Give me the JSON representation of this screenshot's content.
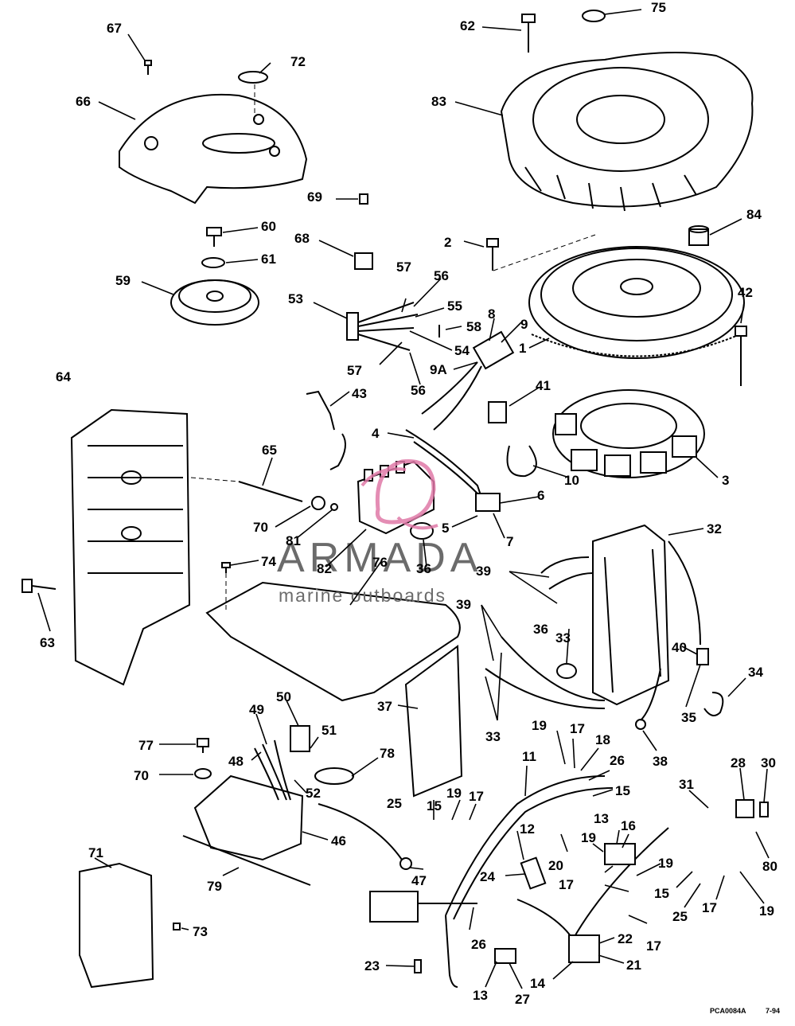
{
  "watermark": {
    "brand": "ARMADA",
    "tagline": "marine outboards",
    "logo_color": "#e07aa8"
  },
  "footer": {
    "drawing_code": "PCA0084A",
    "date_code": "7-94"
  },
  "callouts": {
    "c1": "1",
    "c2": "2",
    "c3": "3",
    "c4": "4",
    "c5": "5",
    "c6": "6",
    "c7": "7",
    "c8": "8",
    "c9": "9",
    "c9a": "9A",
    "c10": "10",
    "c11": "11",
    "c12": "12",
    "c13a": "13",
    "c13b": "13",
    "c14": "14",
    "c15a": "15",
    "c15b": "15",
    "c15c": "15",
    "c16": "16",
    "c17a": "17",
    "c17b": "17",
    "c17c": "17",
    "c17d": "17",
    "c17e": "17",
    "c18": "18",
    "c19a": "19",
    "c19b": "19",
    "c19c": "19",
    "c19d": "19",
    "c19e": "19",
    "c20": "20",
    "c21": "21",
    "c22": "22",
    "c23": "23",
    "c24": "24",
    "c25a": "25",
    "c25b": "25",
    "c26a": "26",
    "c26b": "26",
    "c27": "27",
    "c28": "28",
    "c30": "30",
    "c31": "31",
    "c32": "32",
    "c33a": "33",
    "c33b": "33",
    "c34": "34",
    "c35": "35",
    "c36a": "36",
    "c36b": "36",
    "c37": "37",
    "c38": "38",
    "c39a": "39",
    "c39b": "39",
    "c40": "40",
    "c41": "41",
    "c42": "42",
    "c43": "43",
    "c46": "46",
    "c47": "47",
    "c48": "48",
    "c49": "49",
    "c50": "50",
    "c51": "51",
    "c52": "52",
    "c53": "53",
    "c54": "54",
    "c55": "55",
    "c56a": "56",
    "c56b": "56",
    "c57a": "57",
    "c57b": "57",
    "c58": "58",
    "c59": "59",
    "c60": "60",
    "c61": "61",
    "c62": "62",
    "c63": "63",
    "c64": "64",
    "c65": "65",
    "c66": "66",
    "c67": "67",
    "c68": "68",
    "c69": "69",
    "c70a": "70",
    "c70b": "70",
    "c71": "71",
    "c72": "72",
    "c73": "73",
    "c74": "74",
    "c75": "75",
    "c76": "76",
    "c77": "77",
    "c78": "78",
    "c79": "79",
    "c80": "80",
    "c81": "81",
    "c82": "82",
    "c83": "83",
    "c84": "84"
  }
}
